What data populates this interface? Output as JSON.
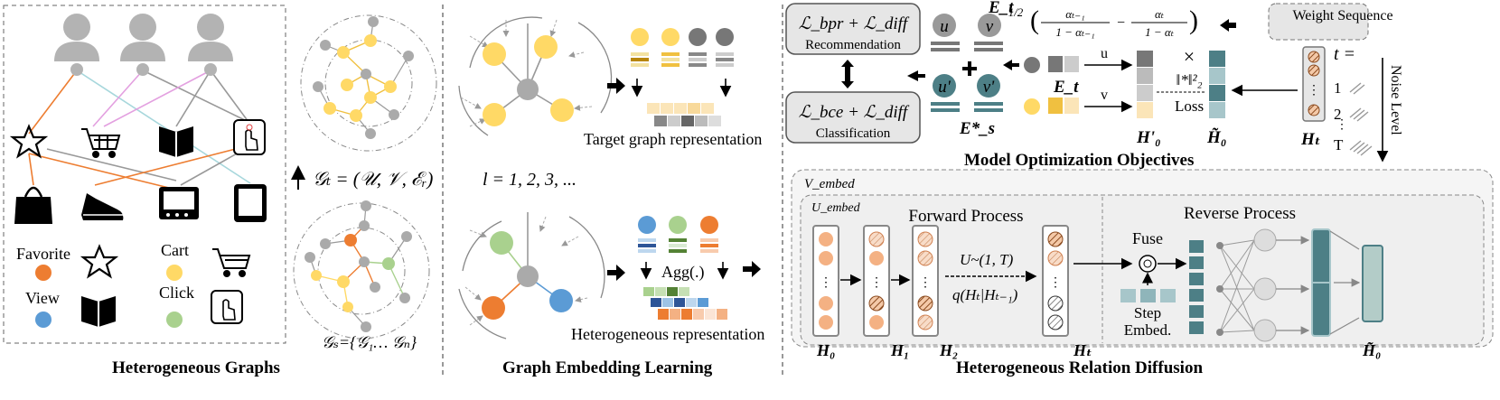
{
  "colors": {
    "person": "#b3b3b3",
    "favorite": "#ed7d31",
    "cart": "#ffd966",
    "view": "#5b9bd5",
    "click": "#a9d18e",
    "dark": "#6f6f6f",
    "teal": "#4d7f86",
    "box_bg": "#e6e6e6",
    "panel_bg": "#f0f0f0"
  },
  "section1": {
    "caption": "Heterogeneous Graphs",
    "legend": {
      "favorite": "Favorite",
      "cart": "Cart",
      "view": "View",
      "click": "Click"
    },
    "gt_formula": "𝒢ₜ = (𝒰, 𝒱, ℰᵣ)",
    "gs_formula": "𝒢ₛ={𝒢₁… 𝒢ₙ}",
    "icons": [
      "person-icon",
      "star-icon",
      "cart-icon",
      "book-icon",
      "click-icon",
      "bag-icon",
      "shoe-icon",
      "tv-icon",
      "tablet-icon"
    ]
  },
  "section2": {
    "caption": "Graph Embedding Learning",
    "layer_formula": "l = 1, 2, 3, ...",
    "target_label": "Target graph representation",
    "hetero_label": "Heterogeneous representation",
    "agg_label": "Agg(.)"
  },
  "section3": {
    "caption_top": "Model Optimization Objectives",
    "caption_bottom": "Heterogeneous Relation Diffusion",
    "rec_formula": "ℒ_bpr + ℒ_diff",
    "rec_label": "Recommendation",
    "cls_formula": "ℒ_bce + ℒ_diff",
    "cls_label": "Classification",
    "Et_top": "E_t",
    "Et_mid": "E_t",
    "Es": "E*_s",
    "u": "u",
    "v": "v",
    "u_prime": "u'",
    "v_prime": "v'",
    "arrow_u": "u",
    "arrow_v": "v",
    "times": "×",
    "norm": "‖*‖²₂",
    "loss": "Loss",
    "h0_prime": "H'₀",
    "h0_tilde": "H̃₀",
    "ht": "Hₜ",
    "weight_seq": "Weight Sequence",
    "t_eq": "t =",
    "noise_level": "Noise Level",
    "t_1": "1",
    "t_2": "2",
    "t_T": "T",
    "alpha_formula_lead": "1/2",
    "alpha_num1": "αₜ₋₁",
    "alpha_den1": "1 − αₜ₋₁",
    "alpha_num2": "αₜ",
    "alpha_den2": "1 − αₜ",
    "v_embed": "V_embed",
    "u_embed": "U_embed",
    "forward": "Forward Process",
    "reverse": "Reverse Process",
    "fuse": "Fuse",
    "step_embed_1": "Step",
    "step_embed_2": "Embed.",
    "u_dist": "U~(1, T)",
    "q_formula": "q(Hₜ|Hₜ₋₁)",
    "H0": "H₀",
    "H1": "H₁",
    "H2": "H₂",
    "Ht2": "Hₜ",
    "H0_tilde2": "H̃₀"
  }
}
